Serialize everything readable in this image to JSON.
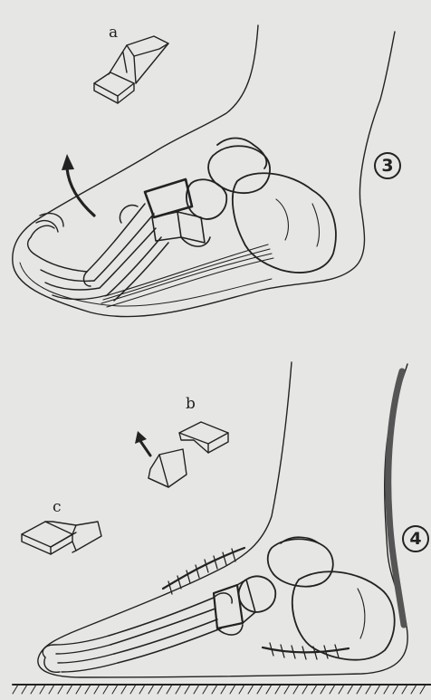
{
  "figure": {
    "step_3": "3",
    "step_4": "4",
    "label_a": "a",
    "label_b": "b",
    "label_c": "c"
  },
  "colors": {
    "background": "#e6e6e4",
    "ink": "#222222"
  },
  "icons": [
    "curved-arrow-icon",
    "straight-arrow-icon"
  ]
}
